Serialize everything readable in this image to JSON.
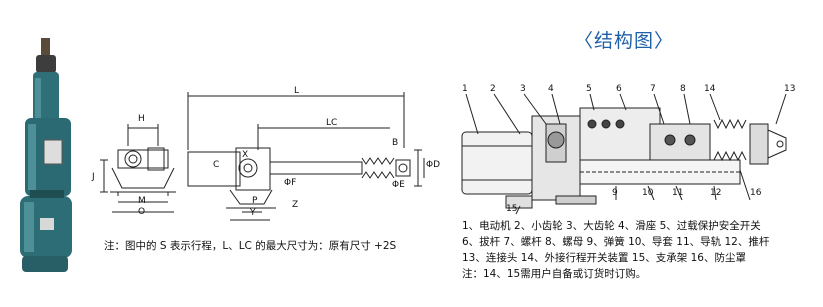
{
  "title": "〈结构图〉",
  "note": "注：图中的 S 表示行程，L、LC 的最大尺寸为：原有尺寸 +2S",
  "dimension_labels": {
    "H": "H",
    "J": "J",
    "M": "M",
    "O": "O",
    "L": "L",
    "LC": "LC",
    "C": "C",
    "B": "B",
    "phiF": "ΦF",
    "phiE": "ΦE",
    "phiD": "ΦD",
    "P": "P",
    "Y": "Y",
    "Z": "Z",
    "X": "X"
  },
  "part_numbers": [
    "1",
    "2",
    "3",
    "4",
    "5",
    "6",
    "7",
    "8",
    "14",
    "13",
    "9",
    "10",
    "11",
    "12",
    "16",
    "15"
  ],
  "legend_lines": [
    "1、电动机  2、小齿轮  3、大齿轮  4、滑座  5、过载保护安全开关",
    "6、拔杆  7、螺杆  8、螺母  9、弹簧  10、导套  11、导轨  12、推杆",
    "13、连接头  14、外接行程开关装置  15、支承架  16、防尘罩",
    "注：14、15需用户自备或订货时订购。"
  ],
  "colors": {
    "title": "#1f5fa8",
    "photo_body": "#2f6f78",
    "line": "#222222"
  }
}
